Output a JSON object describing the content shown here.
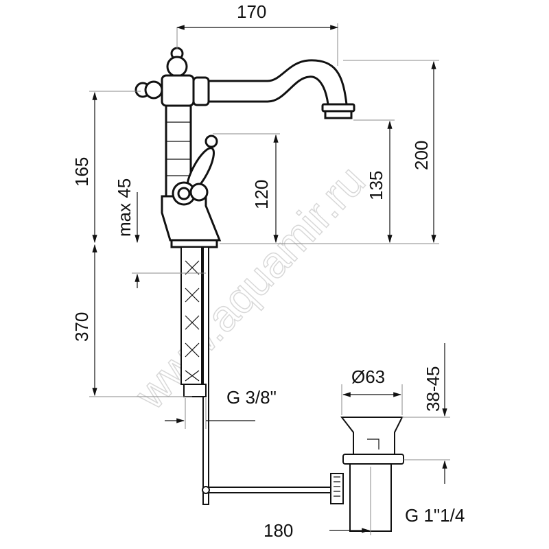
{
  "drawing": {
    "watermark": "www.aquamir.ru",
    "dimensions": {
      "spout_reach": "170",
      "total_height": "200",
      "spout_height": "135",
      "handle_height": "120",
      "body_height": "165",
      "max_counter_thickness": "max 45",
      "hose_length": "370",
      "hose_connection": "G 3/8\"",
      "drain_diameter": "Ø63",
      "drain_height_range": "38-45",
      "drain_thread": "G 1\"1/4",
      "rod_length": "180"
    },
    "colors": {
      "line": "#111111",
      "watermark": "#d8d8d8"
    }
  }
}
